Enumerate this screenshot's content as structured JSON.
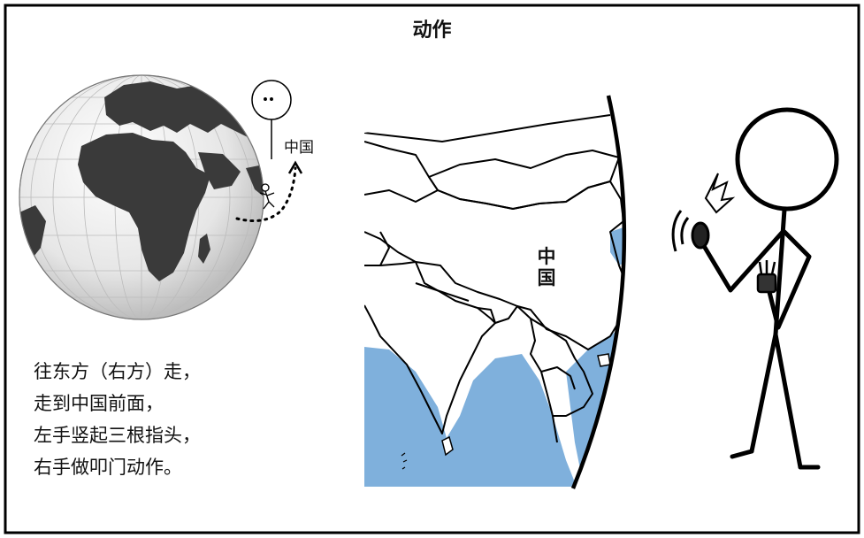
{
  "title": "动作",
  "globe_label": "中国",
  "map_label_chars": [
    "中",
    "国"
  ],
  "instructions": [
    "往东方（右方）走，",
    "走到中国前面，",
    "左手竖起三根指头，",
    "右手做叩门动作。"
  ],
  "colors": {
    "land_dark": "#3a3a3a",
    "ocean_globe": "#f2f2f2",
    "sea_map": "#7fb0dc",
    "line": "#000000"
  }
}
